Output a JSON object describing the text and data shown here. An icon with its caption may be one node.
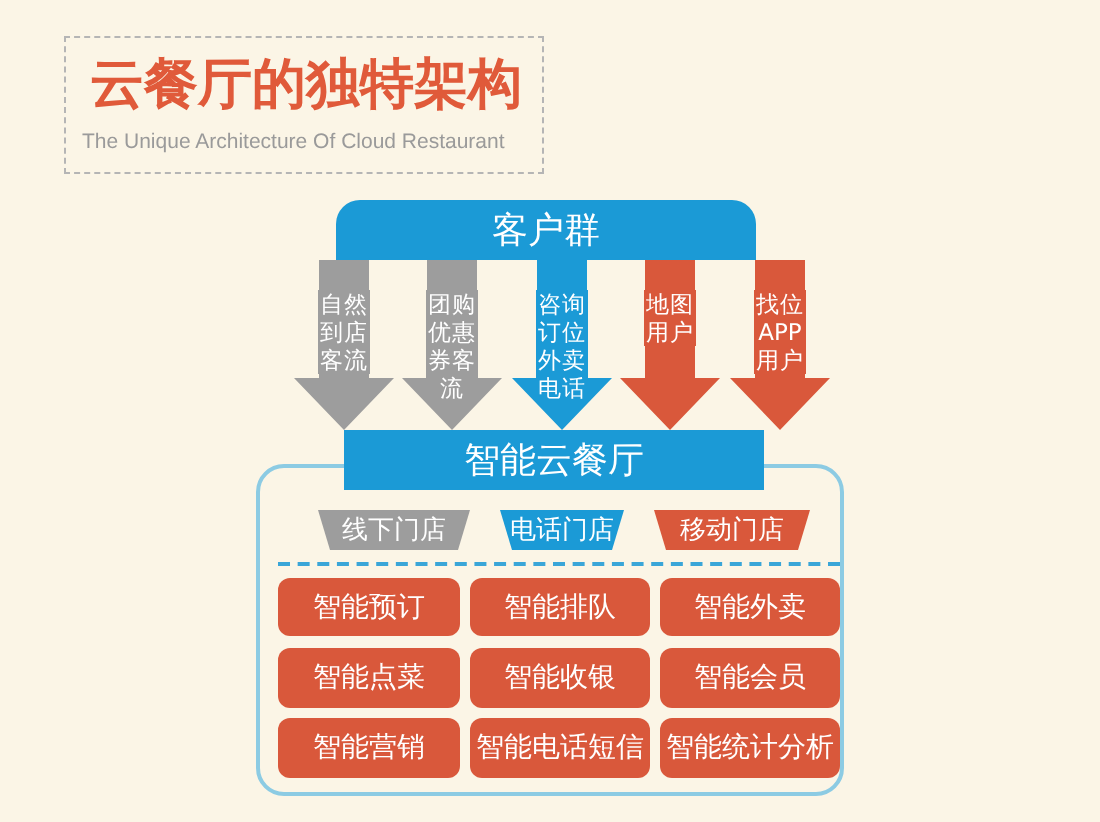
{
  "diagram": {
    "title": "云餐厅的独特架构",
    "labels": [
      "The Unique Architecture Of Cloud Restaurant"
    ],
    "nodes": [
      {
        "text": [
          "客户群"
        ]
      },
      {
        "text": [],
        "shape": "box"
      },
      {
        "text": [
          "智能云餐厅"
        ]
      },
      {
        "text": [
          "线下门店"
        ],
        "in": 1
      },
      {
        "text": [
          "电话门店"
        ],
        "in": 1
      },
      {
        "text": [
          "移动门店"
        ],
        "in": 1
      },
      {
        "text": [
          "智能预订"
        ],
        "in": 1
      },
      {
        "text": [
          "智能排队"
        ],
        "in": 1
      },
      {
        "text": [
          "智能外卖"
        ],
        "in": 1
      },
      {
        "text": [
          "智能点菜"
        ],
        "in": 1
      },
      {
        "text": [
          "智能收银"
        ],
        "in": 1
      },
      {
        "text": [
          "智能会员"
        ],
        "in": 1
      },
      {
        "text": [
          "智能营销"
        ],
        "in": 1
      },
      {
        "text": [
          "智能电话短信"
        ],
        "in": 1
      },
      {
        "text": [
          "智能统计分析"
        ],
        "in": 1
      }
    ],
    "edges": [
      {
        "from": 0,
        "to": 2,
        "arrow": "to",
        "label": "自然到店客流",
        "style": "thick",
        "color": "#9d9d9d"
      },
      {
        "from": 0,
        "to": 2,
        "arrow": "to",
        "label": "团购优惠券客流",
        "style": "thick",
        "color": "#9d9d9d"
      },
      {
        "from": 0,
        "to": 2,
        "arrow": "to",
        "label": "咨询订位外卖电话",
        "style": "thick",
        "color": "#1b9ad6"
      },
      {
        "from": 0,
        "to": 2,
        "arrow": "to",
        "label": "地图用户",
        "style": "thick",
        "color": "#d9583b"
      },
      {
        "from": 0,
        "to": 2,
        "arrow": "to",
        "label": "找位APP用户",
        "style": "thick",
        "color": "#d9583b"
      }
    ]
  }
}
